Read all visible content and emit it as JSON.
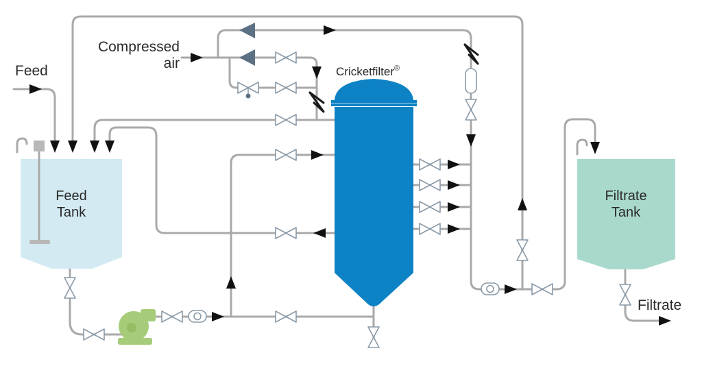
{
  "labels": {
    "feed_in": "Feed",
    "compressed_air_line1": "Compressed",
    "compressed_air_line2": "air",
    "cricketfilter": "Cricketfilter",
    "registered_mark": "®",
    "feed_tank_line1": "Feed",
    "feed_tank_line2": "Tank",
    "filtrate_tank_line1": "Filtrate",
    "filtrate_tank_line2": "Tank",
    "filtrate_out": "Filtrate"
  },
  "colors": {
    "pipe": "#a9a9a9",
    "arrow": "#111111",
    "feed_tank_fill": "#d3eaf2",
    "filtrate_tank_fill": "#a9d9cc",
    "filter_body": "#0d82c4",
    "pump": "#a6cc7a",
    "compressor": "#5c7183",
    "valve_stroke": "#8a9aa8"
  },
  "icons": {
    "valve": "gate-valve-icon",
    "check_valve": "check-valve-icon",
    "flow_meter": "flow-meter-icon",
    "pump": "centrifugal-pump-icon",
    "compressor": "compressor-icon",
    "agitator": "agitator-icon",
    "sight_glass": "sight-glass-icon"
  }
}
